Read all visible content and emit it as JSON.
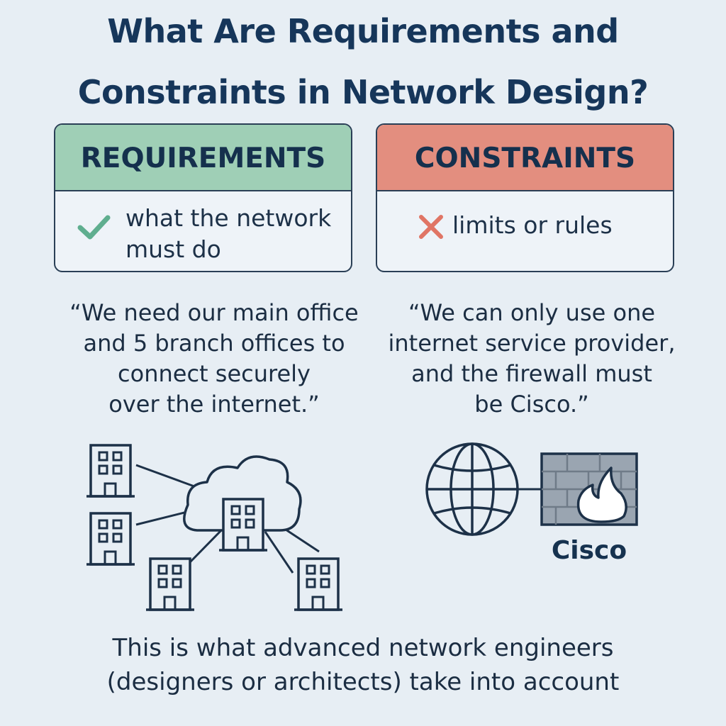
{
  "title": {
    "line1": "What Are Requirements and",
    "line2": "Constraints in Network Design?"
  },
  "requirements": {
    "heading": "REQUIREMENTS",
    "icon": "check-icon",
    "text_line1": "what the network",
    "text_line2": "must do",
    "quote_lines": [
      "“We need our main office",
      "and 5 branch offices to",
      "connect securely",
      "over the internet.”"
    ],
    "color": "#9fcfb6"
  },
  "constraints": {
    "heading": "CONSTRAINTS",
    "icon": "cross-icon",
    "text": "limits or rules",
    "quote_lines": [
      "“We can only use one",
      "internet service provider,",
      "and the firewall must",
      "be Cisco.”"
    ],
    "color": "#e38e7f"
  },
  "firewall_label": "Cisco",
  "footer": {
    "line1": "This is what advanced network engineers",
    "line2": "(designers or architects) take into account"
  }
}
